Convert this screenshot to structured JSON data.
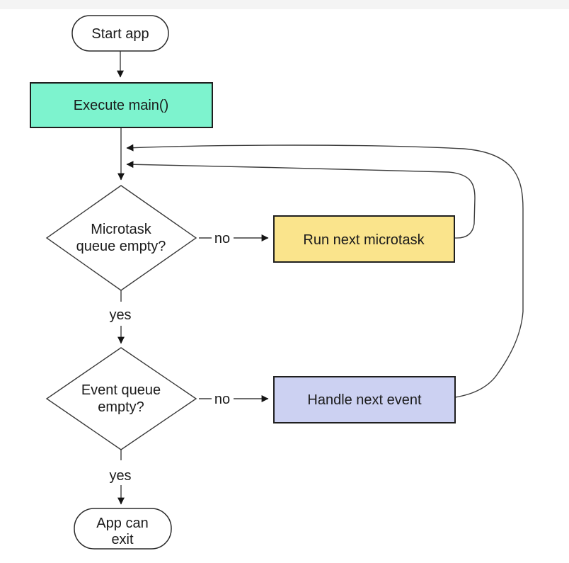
{
  "page": {
    "background": "#ffffff",
    "top_band_color": "#f4f4f4"
  },
  "diagram": {
    "nodes": {
      "start": {
        "label": "Start app",
        "fill": "#ffffff"
      },
      "execute_main": {
        "label": "Execute main()",
        "fill": "#7df3ce"
      },
      "microtask_decision": {
        "line1": "Microtask",
        "line2": "queue empty?",
        "fill": "#ffffff"
      },
      "run_microtask": {
        "label": "Run next microtask",
        "fill": "#fae48c"
      },
      "event_decision": {
        "line1": "Event queue",
        "line2": "empty?",
        "fill": "#ffffff"
      },
      "handle_event": {
        "label": "Handle next event",
        "fill": "#ccd1f2"
      },
      "app_exit": {
        "line1": "App can",
        "line2": "exit",
        "fill": "#ffffff"
      }
    },
    "edge_labels": {
      "microtask_no": "no",
      "microtask_yes": "yes",
      "event_no": "no",
      "event_yes": "yes"
    },
    "colors": {
      "connector_stroke": "#3d3d3d",
      "node_border": "#1f1f1f",
      "arrowhead": "#141414",
      "text": "#1b1b1b",
      "process_teal": "#7df3ce",
      "process_yellow": "#fae48c",
      "process_lavender": "#ccd1f2"
    }
  }
}
